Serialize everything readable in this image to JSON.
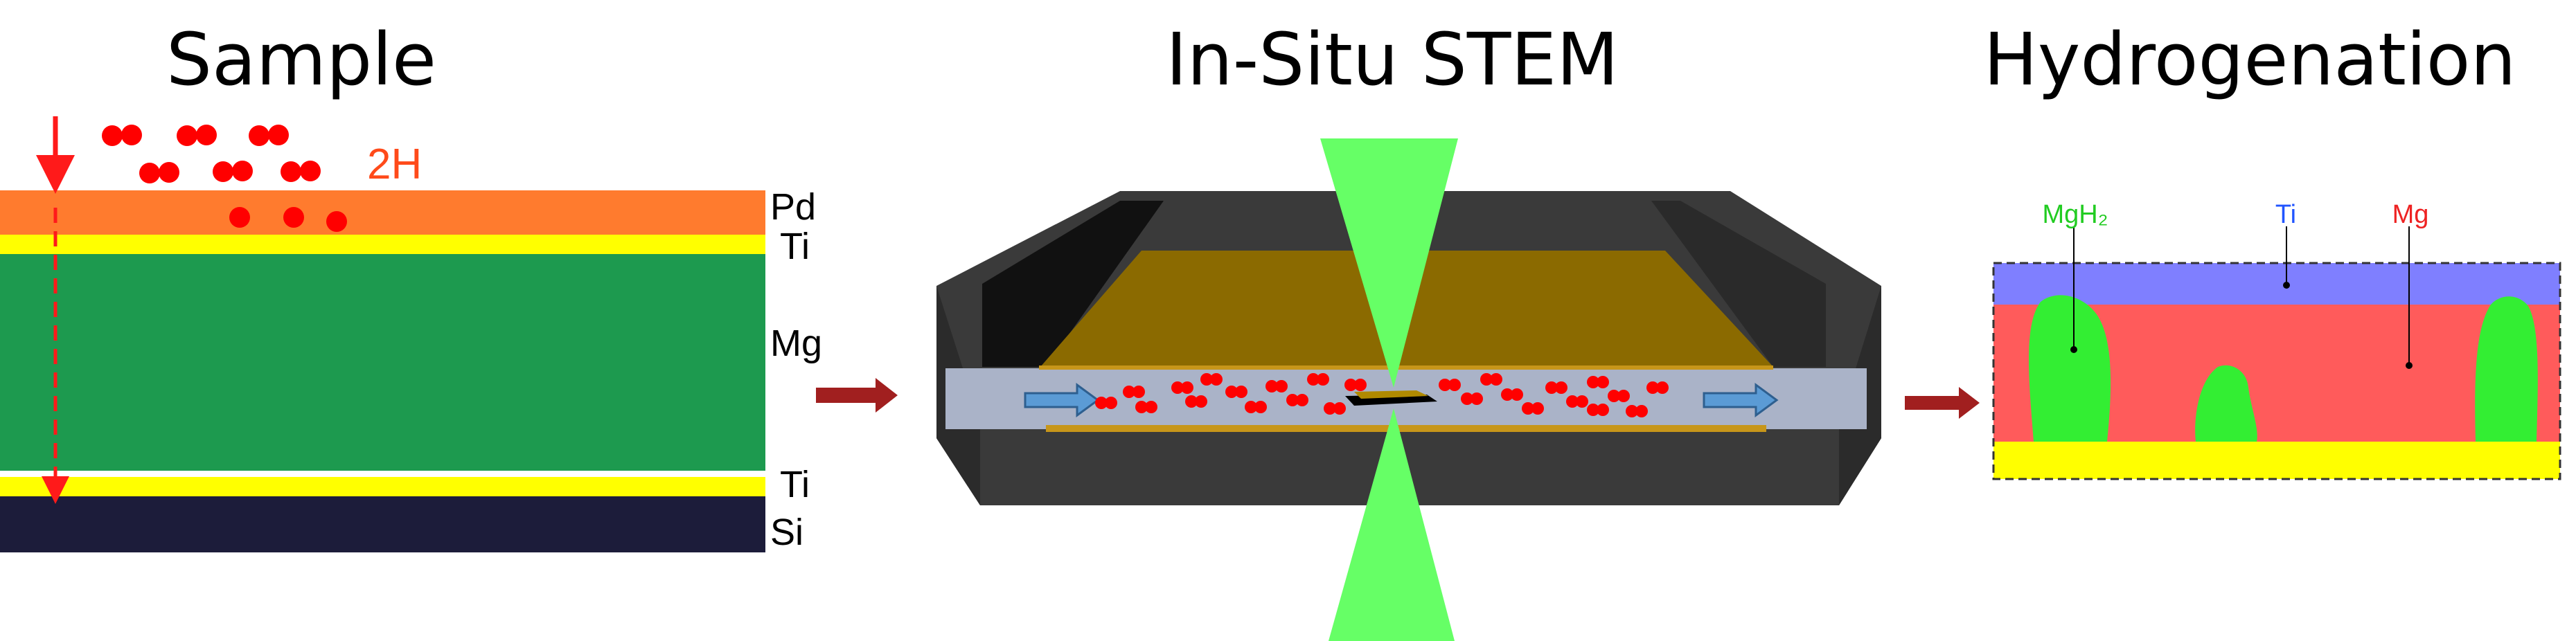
{
  "panels": {
    "sample": {
      "title": "Sample"
    },
    "stem": {
      "title": "In-Situ STEM"
    },
    "hydrogenation": {
      "title": "Hydrogenation"
    }
  },
  "sample": {
    "hydrogen_label": "2H",
    "layers": [
      {
        "name": "Pd",
        "color": "#ff7b2e"
      },
      {
        "name": "Ti",
        "color": "#ffff00"
      },
      {
        "name": "Mg",
        "color": "#1d9a4f"
      },
      {
        "name": "Ti",
        "color": "#ffff00"
      },
      {
        "name": "Si",
        "color": "#1c1c3a"
      }
    ]
  },
  "hydrogenation": {
    "labels": [
      {
        "name": "MgH₂",
        "color": "#22cc22"
      },
      {
        "name": "Ti",
        "color": "#2255ff"
      },
      {
        "name": "Mg",
        "color": "#ee2222"
      }
    ],
    "colors": {
      "ti": "#7f7fff",
      "mg": "#ff5b5b",
      "mgh2": "#33ee33",
      "substrate": "#ffff00"
    }
  },
  "colors": {
    "hydrogen": "#ff0000",
    "beam": "#66ff66",
    "flow_arrow": "#5b9bd5",
    "process_arrow": "#a11f1f",
    "holder": "#3a3a3a",
    "window": "#8b6a00"
  }
}
